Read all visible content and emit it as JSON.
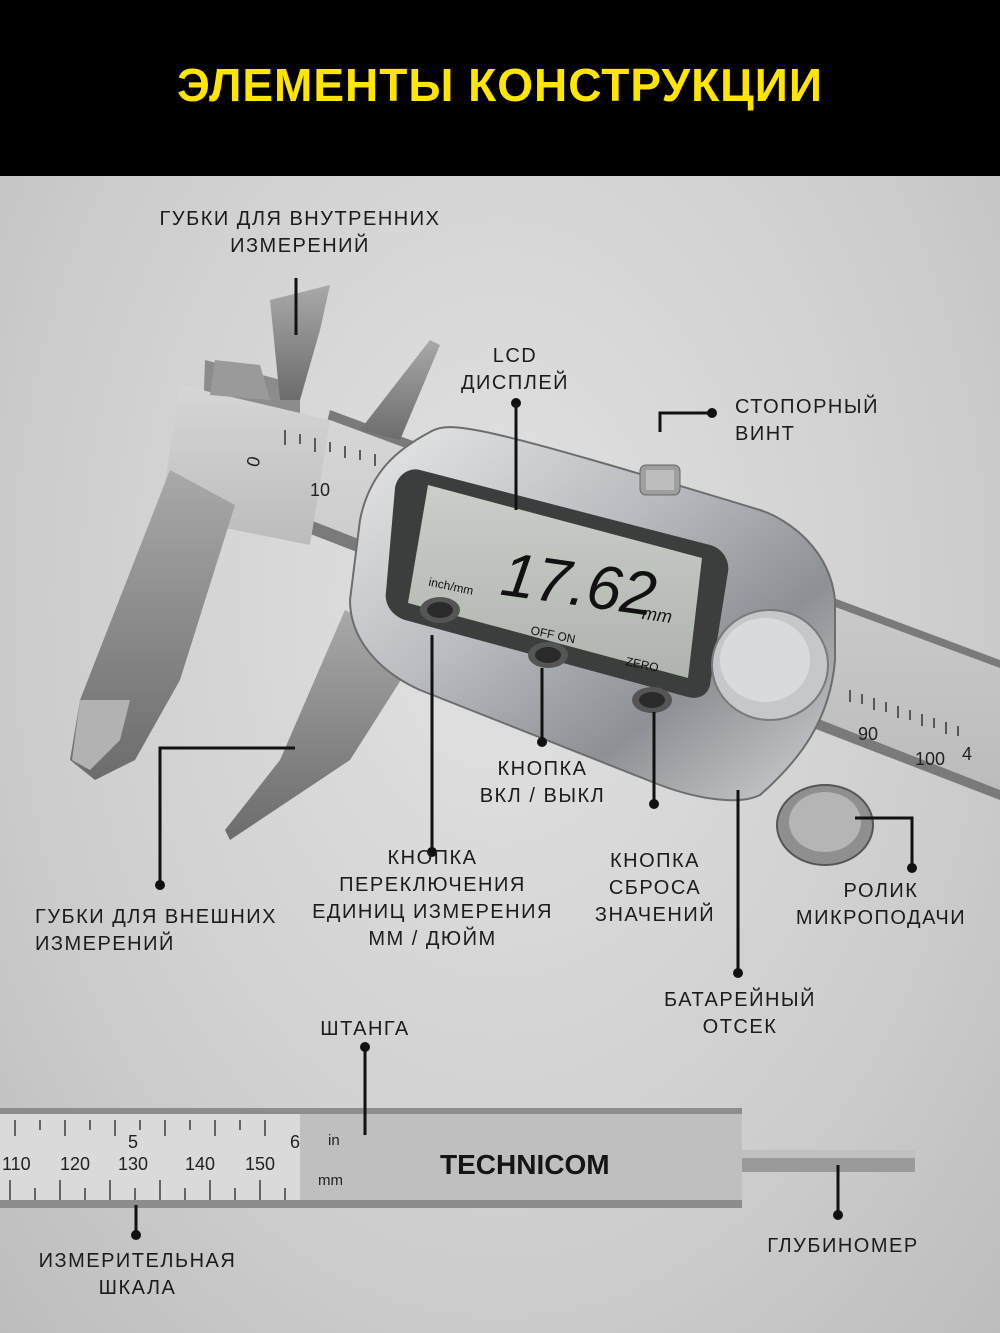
{
  "header": {
    "title": "ЭЛЕМЕНТЫ КОНСТРУКЦИИ"
  },
  "colors": {
    "title": "#ffe500",
    "header_bg": "#000000",
    "background": "#d4d4d4"
  },
  "lcd": {
    "reading": "17.62",
    "unit": "mm"
  },
  "buttons": {
    "unit_switch": "inch/mm",
    "power": "OFF ON",
    "zero": "ZERO"
  },
  "main_scale": {
    "numbers": [
      "0",
      "10",
      "90",
      "100"
    ],
    "inch_numbers": [
      "4"
    ]
  },
  "bottom_scale": {
    "mm_numbers": [
      "110",
      "120",
      "130",
      "140",
      "150"
    ],
    "inch_numbers": [
      "5",
      "6"
    ],
    "inch_label": "in",
    "mm_label": "mm",
    "brand": "TECHNICOM"
  },
  "labels": {
    "inner_jaws": [
      "ГУБКИ ДЛЯ ВНУТРЕННИХ",
      "ИЗМЕРЕНИЙ"
    ],
    "lcd_display": [
      "LCD",
      "ДИСПЛЕЙ"
    ],
    "lock_screw": [
      "СТОПОРНЫЙ",
      "ВИНТ"
    ],
    "power_button": [
      "КНОПКА",
      "ВКЛ / ВЫКЛ"
    ],
    "outer_jaws": [
      "ГУБКИ ДЛЯ ВНЕШНИХ",
      "ИЗМЕРЕНИЙ"
    ],
    "unit_button": [
      "КНОПКА",
      "ПЕРЕКЛЮЧЕНИЯ",
      "ЕДИНИЦ ИЗМЕРЕНИЯ",
      "ММ / ДЮЙМ"
    ],
    "reset_button": [
      "КНОПКА",
      "СБРОСА",
      "ЗНАЧЕНИЙ"
    ],
    "fine_roller": [
      "РОЛИК",
      "МИКРОПОДАЧИ"
    ],
    "battery": [
      "БАТАРЕЙНЫЙ",
      "ОТСЕК"
    ],
    "beam": [
      "ШТАНГА"
    ],
    "scale": [
      "ИЗМЕРИТЕЛЬНАЯ",
      "ШКАЛА"
    ],
    "depth_gauge": [
      "ГЛУБИНОМЕР"
    ]
  }
}
